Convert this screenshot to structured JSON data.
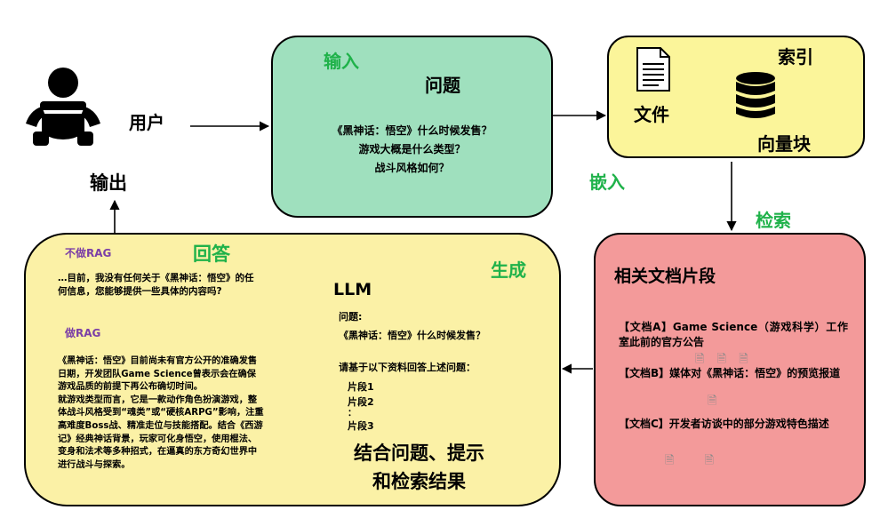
{
  "user": {
    "label": "用户",
    "icon": "baby-user-icon"
  },
  "output_label": "输出",
  "input": {
    "title": "输入",
    "subtitle": "问题",
    "questions": [
      "《黑神话：悟空》什么时候发售？",
      "游戏大概是什么类型？",
      "战斗风格如何？"
    ]
  },
  "index": {
    "title": "索引",
    "file_label": "文件",
    "vector_label": "向量块",
    "file_icon": "document-icon",
    "db_icon": "database-icon"
  },
  "embed_label": "嵌入",
  "retrieve_label": "检索",
  "docs": {
    "title": "相关文档片段",
    "doc_a": "【文档A】Game Science（游戏科学）工作室此前的官方公告",
    "doc_b": "【文档B】媒体对《黑神话：悟空》的预览报道",
    "doc_c": "【文档C】开发者访谈中的部分游戏特色描述"
  },
  "answer": {
    "title": "回答",
    "generate_label": "生成",
    "no_rag_label": "不做RAG",
    "no_rag_text": "…目前，我没有任何关于《黑神话：悟空》的任何信息，您能够提供一些具体的内容吗?",
    "rag_label": "做RAG",
    "rag_text_1": "《黑神话：悟空》目前尚未有官方公开的准确发售日期，开发团队Game Science曾表示会在确保游戏品质的前提下再公布确切时间。",
    "rag_text_2": "就游戏类型而言，它是一款动作角色扮演游戏，整体战斗风格受到“魂类”或“硬核ARPG”影响，注重高难度Boss战、精准走位与技能搭配。结合《西游记》经典神话背景，玩家可化身悟空，使用棍法、变身和法术等多种招式，在逼真的东方奇幻世界中进行战斗与探索。"
  },
  "llm": {
    "title": "LLM",
    "q_label": "问题:",
    "q_text": "《黑神话：悟空》什么时候发售？",
    "instruction": "请基于以下资料回答上述问题：",
    "fragment_1": "片段1",
    "fragment_2": "片段2",
    "dots": "：",
    "fragment_3": "片段3",
    "summary_1": "结合问题、提示",
    "summary_2": "和检索结果"
  }
}
